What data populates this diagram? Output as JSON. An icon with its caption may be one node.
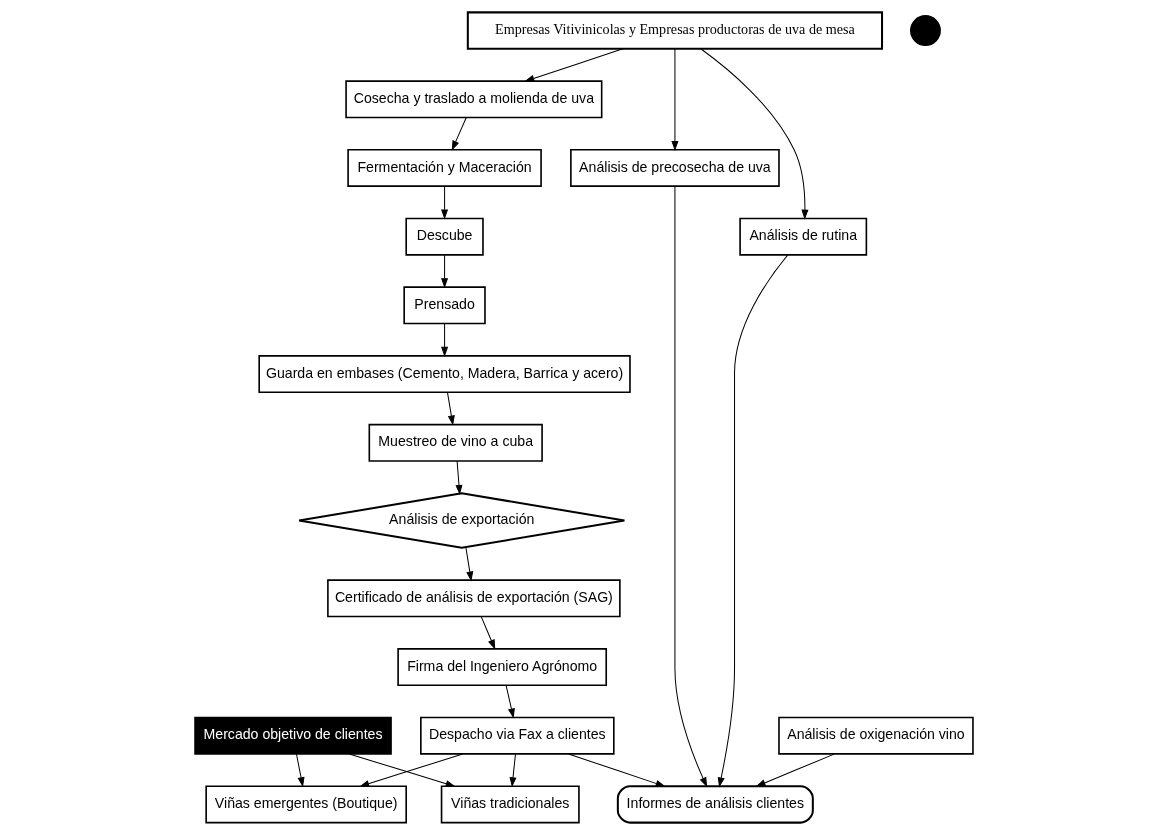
{
  "diagram": {
    "nodes": [
      {
        "text": [
          "Empresas Vitivinicolas y Empresas productoras de uva de mesa"
        ]
      },
      {
        "text": [
          "Cosecha y traslado a molienda de uva"
        ]
      },
      {
        "text": [
          "Fermentación y Maceración"
        ]
      },
      {
        "text": [
          "Descube"
        ]
      },
      {
        "text": [
          "Prensado"
        ]
      },
      {
        "text": [
          "Guarda en embases (Cemento, Madera, Barrica y acero)"
        ]
      },
      {
        "text": [
          "Muestreo de vino a cuba"
        ]
      },
      {
        "text": [
          "Análisis de exportación"
        ]
      },
      {
        "text": [
          "Certificado de análisis de exportación (SAG)"
        ]
      },
      {
        "text": [
          "Firma del Ingeniero Agrónomo"
        ]
      },
      {
        "text": [
          "Despacho via Fax a clientes"
        ]
      },
      {
        "text": [
          "Viñas tradicionales"
        ]
      },
      {
        "text": [
          "Viñas emergentes (Boutique)"
        ]
      },
      {
        "text": [
          "Mercado objetivo de clientes"
        ]
      },
      {
        "text": [
          "Análisis de precosecha de uva"
        ]
      },
      {
        "text": [
          "Análisis de rutina"
        ]
      },
      {
        "text": [
          "Informes de análisis clientes"
        ]
      },
      {
        "text": [
          "Análisis de oxigenación vino"
        ]
      },
      {
        "text": [],
        "shape": "circle"
      }
    ],
    "edges": [
      {
        "from": 0,
        "to": 1,
        "arrow": "to"
      },
      {
        "from": 1,
        "to": 2,
        "arrow": "to"
      },
      {
        "from": 2,
        "to": 3,
        "arrow": "to"
      },
      {
        "from": 3,
        "to": 4,
        "arrow": "to"
      },
      {
        "from": 4,
        "to": 5,
        "arrow": "to"
      },
      {
        "from": 5,
        "to": 6,
        "arrow": "to"
      },
      {
        "from": 6,
        "to": 7,
        "arrow": "to"
      },
      {
        "from": 7,
        "to": 8,
        "arrow": "to"
      },
      {
        "from": 8,
        "to": 9,
        "arrow": "to"
      },
      {
        "from": 9,
        "to": 10,
        "arrow": "to"
      },
      {
        "from": 10,
        "to": 11,
        "arrow": "to"
      },
      {
        "from": 10,
        "to": 12,
        "arrow": "to"
      },
      {
        "from": 10,
        "to": 16,
        "arrow": "to"
      },
      {
        "from": 13,
        "to": 11,
        "arrow": "to"
      },
      {
        "from": 13,
        "to": 12,
        "arrow": "to"
      },
      {
        "from": 0,
        "to": 14,
        "arrow": "to"
      },
      {
        "from": 0,
        "to": 15,
        "arrow": "to"
      },
      {
        "from": 14,
        "to": 16,
        "arrow": "to"
      },
      {
        "from": 15,
        "to": 16,
        "arrow": "to"
      },
      {
        "from": 17,
        "to": 16,
        "arrow": "to"
      }
    ]
  }
}
